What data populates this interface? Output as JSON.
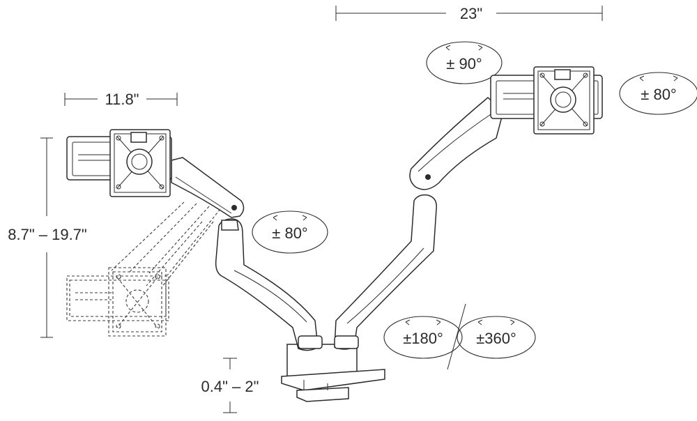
{
  "dimensions": {
    "arm_reach": "23\"",
    "plate_width": "11.8\"",
    "height_range": "8.7\" – 19.7\"",
    "desk_thickness": "0.4\" – 2\""
  },
  "rotations": {
    "top_tilt": "± 90°",
    "right_pan": "± 80°",
    "mid_pan": "± 80°",
    "base_swivel": "±180°",
    "arm_swivel": "±360°"
  }
}
